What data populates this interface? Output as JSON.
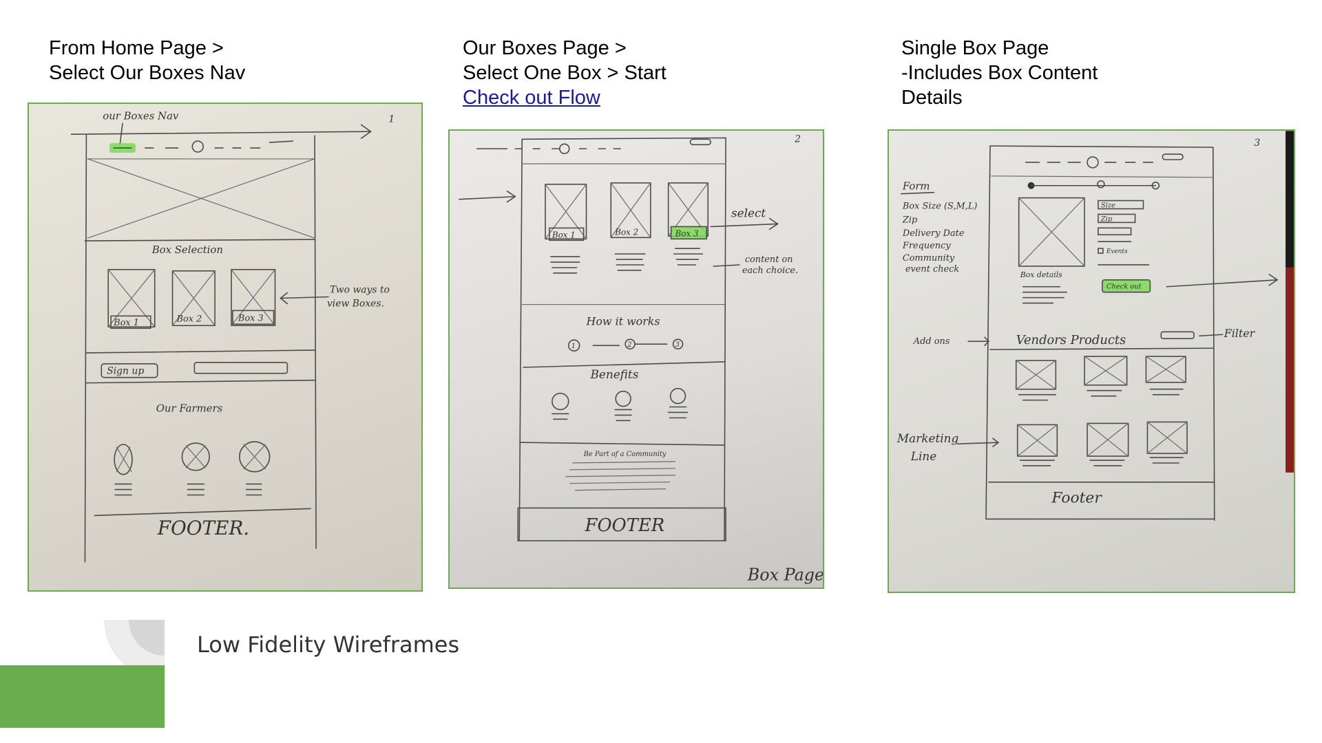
{
  "captions": [
    {
      "lines": [
        "From Home Page >",
        "Select Our Boxes Nav"
      ],
      "link": ""
    },
    {
      "lines": [
        "Our Boxes Page >",
        "Select One Box > Start"
      ],
      "link": "Check out Flow"
    },
    {
      "lines": [
        "Single Box Page",
        "-Includes Box Content",
        "Details"
      ],
      "link": ""
    }
  ],
  "sketch1": {
    "nav_note": "our Boxes Nav",
    "page_num": "1",
    "section_title": "Box Selection",
    "boxes": [
      "Box 1",
      "Box 2",
      "Box 3"
    ],
    "note": [
      "Two ways to",
      "view Boxes."
    ],
    "signup": "Sign up",
    "farmers": "Our Farmers",
    "footer": "FOOTER."
  },
  "sketch2": {
    "page_num": "2",
    "boxes": [
      "Box 1",
      "Box 2",
      "Box 3"
    ],
    "select_note": "select",
    "content_note": [
      "content on",
      "each choice."
    ],
    "how_it_works": "How it works",
    "steps": [
      "1",
      "2",
      "3"
    ],
    "benefits": "Benefits",
    "community": "Be Part of a Community",
    "footer": "FOOTER",
    "corner_label": "Box Page"
  },
  "sketch3": {
    "page_num": "3",
    "form_title": "Form",
    "form_items": [
      "Box Size (S,M,L)",
      "Zip",
      "Delivery Date",
      "Frequency",
      "Community",
      "event check"
    ],
    "size_label": "Size",
    "zip_label": "Zip",
    "events_label": "Events",
    "box_details": "Box details",
    "checkout": "Check out",
    "addons": "Add ons",
    "vendors": "Vendors Products",
    "filter": "Filter",
    "marketing": [
      "Marketing",
      "Line"
    ],
    "footer": "Footer"
  },
  "slide_title": "Low Fidelity Wireframes",
  "colors": {
    "accent_green": "#6aad4f",
    "highlight_green": "#7ed957",
    "link_blue": "#1a1a9c",
    "deco_gray": "#d6d6d6"
  }
}
